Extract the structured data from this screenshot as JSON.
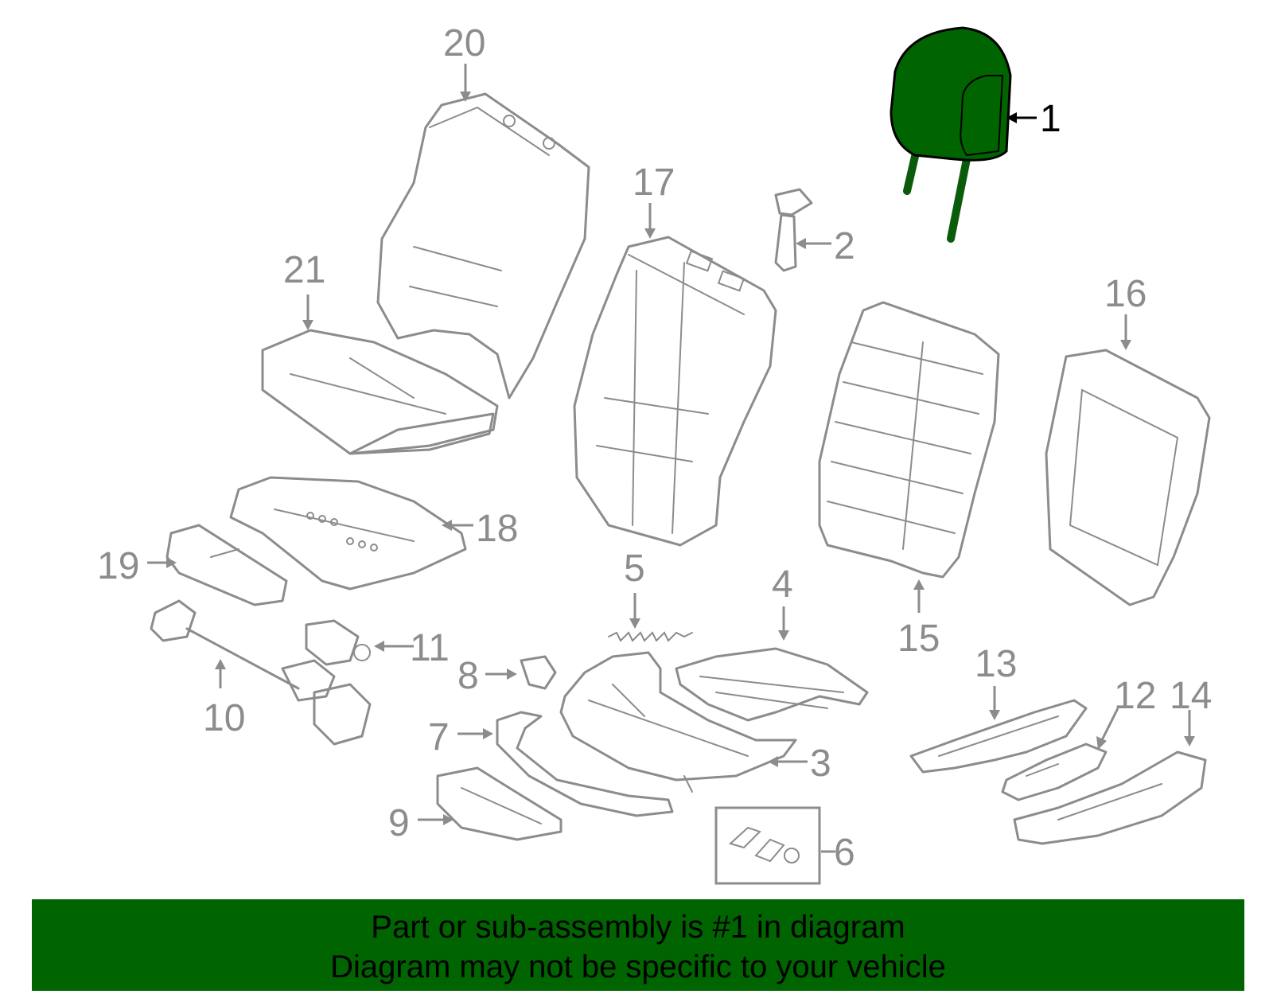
{
  "callouts": {
    "c1": "1",
    "c2": "2",
    "c3": "3",
    "c4": "4",
    "c5": "5",
    "c6": "6",
    "c7": "7",
    "c8": "8",
    "c9": "9",
    "c10": "10",
    "c11": "11",
    "c12": "12",
    "c13": "13",
    "c14": "14",
    "c15": "15",
    "c16": "16",
    "c17": "17",
    "c18": "18",
    "c19": "19",
    "c20": "20",
    "c21": "21"
  },
  "highlight": {
    "part": "1",
    "color": "#006400"
  },
  "banner": {
    "line1": "Part or sub-assembly is #1 in diagram",
    "line2": "Diagram may not be specific to your vehicle",
    "background": "#006400"
  }
}
